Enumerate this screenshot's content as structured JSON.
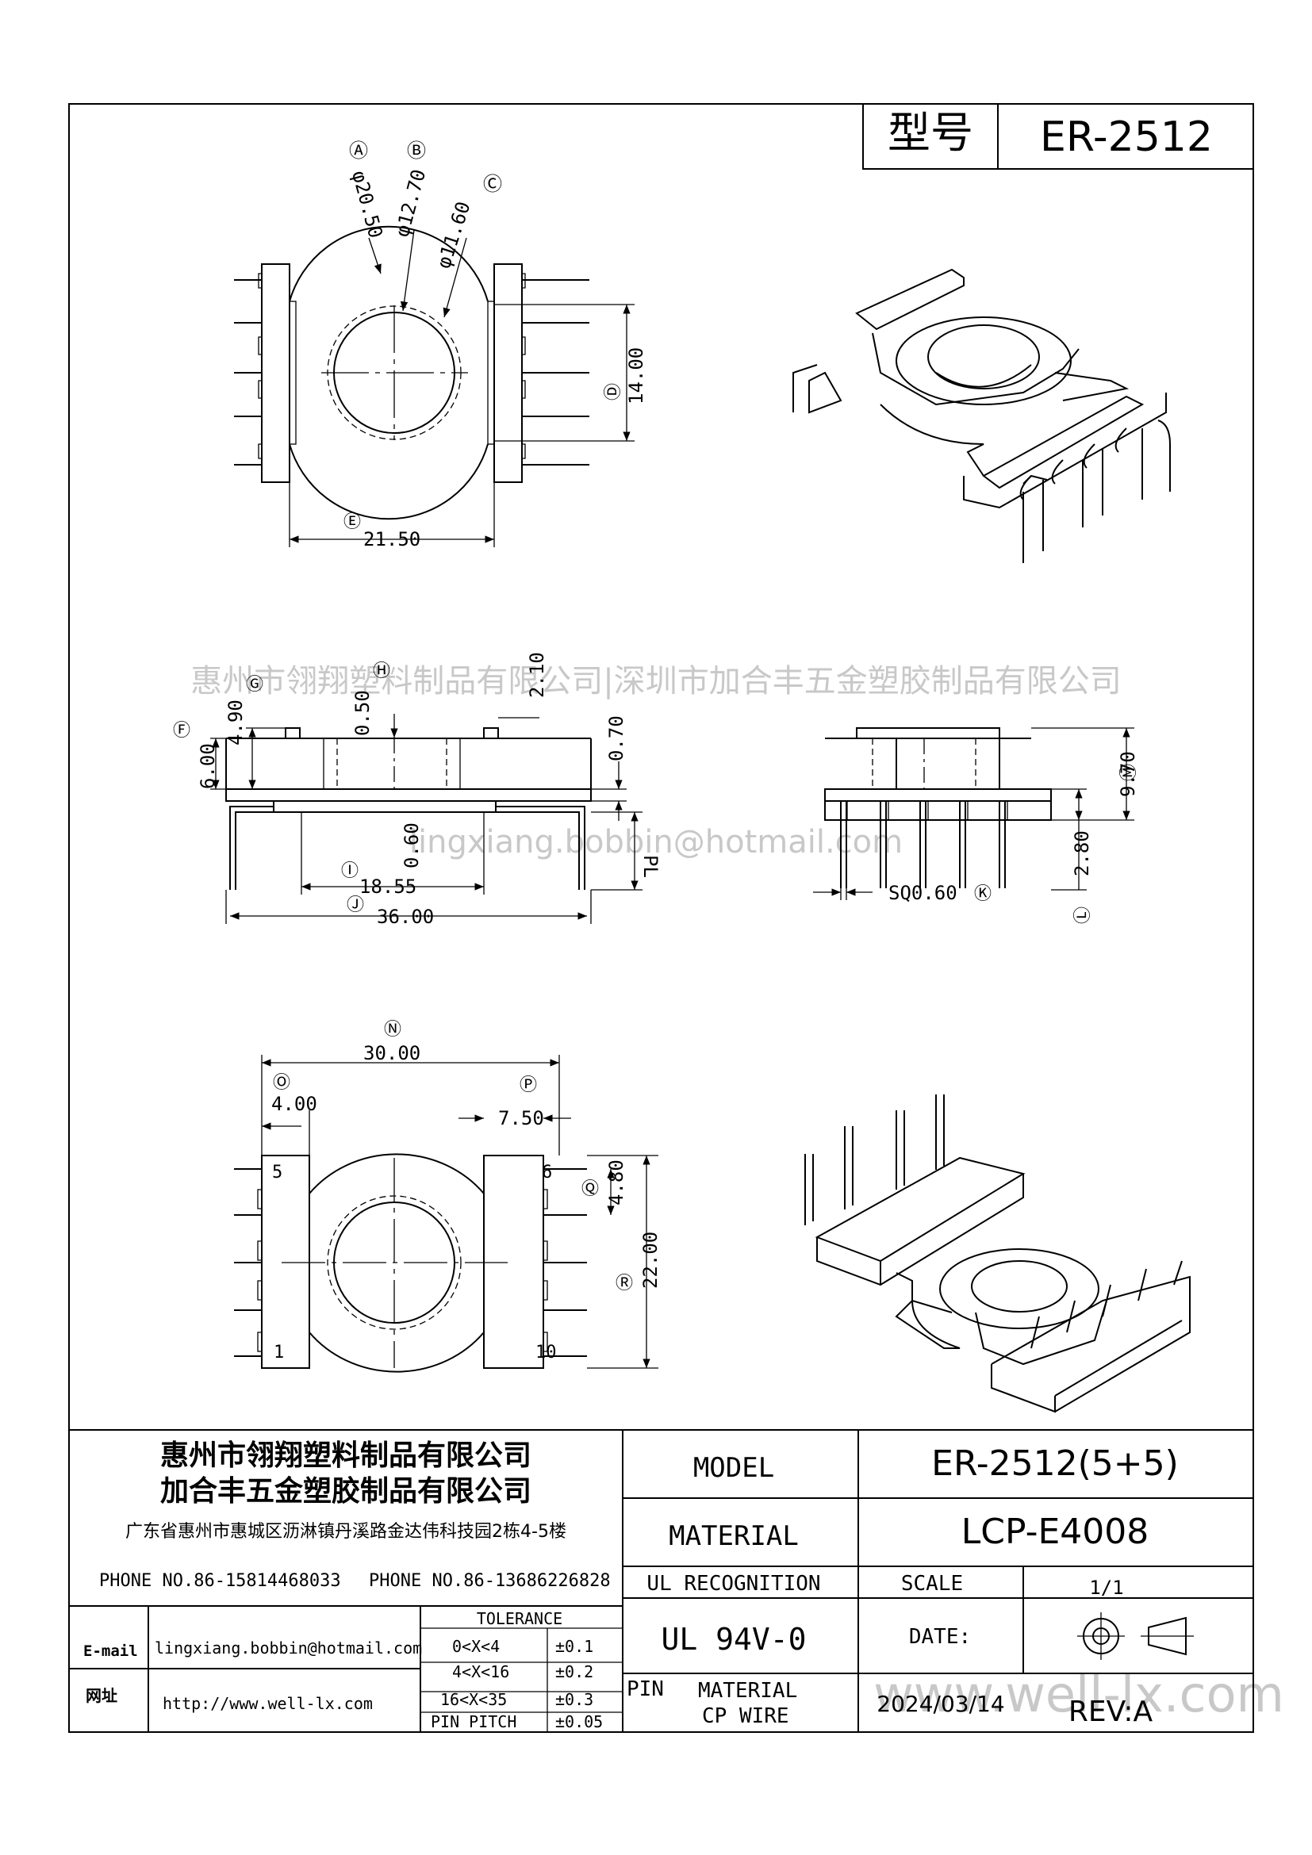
{
  "header": {
    "model_label": "型号",
    "model_value": "ER-2512"
  },
  "watermarks": {
    "company": "惠州市翎翔塑料制品有限公司|深圳市加合丰五金塑胶制品有限公司",
    "email": "lingxiang.bobbin@hotmail.com",
    "url": "www.well-lx.com"
  },
  "top_view": {
    "circles": {
      "A": "Ⓐ",
      "B": "Ⓑ",
      "C": "Ⓒ",
      "D": "Ⓓ",
      "E": "Ⓔ"
    },
    "dims": {
      "d1": "φ20.50",
      "d2": "φ12.70",
      "d3": "φ11.60",
      "h": "14.00",
      "w": "21.50"
    }
  },
  "side_view": {
    "circles": {
      "F": "Ⓕ",
      "G": "Ⓖ",
      "H": "Ⓗ",
      "I": "Ⓘ",
      "J": "Ⓙ"
    },
    "dims": {
      "a": "6.00",
      "b": "4.90",
      "c": "0.50",
      "d": "2.10",
      "e": "0.70",
      "f": "0.60",
      "g": "PL",
      "i": "18.55",
      "j": "36.00"
    }
  },
  "front_view": {
    "circles": {
      "K": "Ⓚ",
      "L": "Ⓛ",
      "M": "Ⓜ"
    },
    "dims": {
      "h": "9.70",
      "pin": "2.80",
      "sq": "SQ0.60"
    }
  },
  "bottom_view": {
    "circles": {
      "N": "Ⓝ",
      "O": "Ⓞ",
      "P": "Ⓟ",
      "Q": "Ⓠ",
      "R": "Ⓡ"
    },
    "dims": {
      "w": "30.00",
      "l": "4.00",
      "r": "7.50",
      "p": "4.80",
      "h": "22.00"
    },
    "pins": {
      "p5": "5",
      "p1": "1",
      "p6": "6",
      "p10": "10"
    }
  },
  "title_block": {
    "company1": "惠州市翎翔塑料制品有限公司",
    "company2": "加合丰五金塑胶制品有限公司",
    "address": "广东省惠州市惠城区沥淋镇丹溪路金达伟科技园2栋4-5楼",
    "phone1": "PHONE NO.86-15814468033",
    "phone2": "PHONE NO.86-13686226828",
    "email_label": "E-mail",
    "email": "lingxiang.bobbin@hotmail.com",
    "web_label": "网址",
    "web": "http://www.well-lx.com",
    "tolerance": {
      "title": "TOLERANCE",
      "rows": [
        {
          "range": "0<X<4",
          "tol": "±0.1"
        },
        {
          "range": "4<X<16",
          "tol": "±0.2"
        },
        {
          "range": "16<X<35",
          "tol": "±0.3"
        },
        {
          "range": "PIN PITCH",
          "tol": "±0.05"
        }
      ]
    },
    "model_label": "MODEL",
    "model_value": "ER-2512(5+5)",
    "material_label": "MATERIAL",
    "material_value": "LCP-E4008",
    "ul_label": "UL RECOGNITION",
    "ul_value": "UL 94V-0",
    "scale_label": "SCALE",
    "scale_value": "1/1",
    "date_label": "DATE:",
    "date_value": "2024/03/14",
    "pin_label": "PIN",
    "pin_material": "MATERIAL",
    "pin_wire": "CP WIRE",
    "rev": "REV:A"
  }
}
